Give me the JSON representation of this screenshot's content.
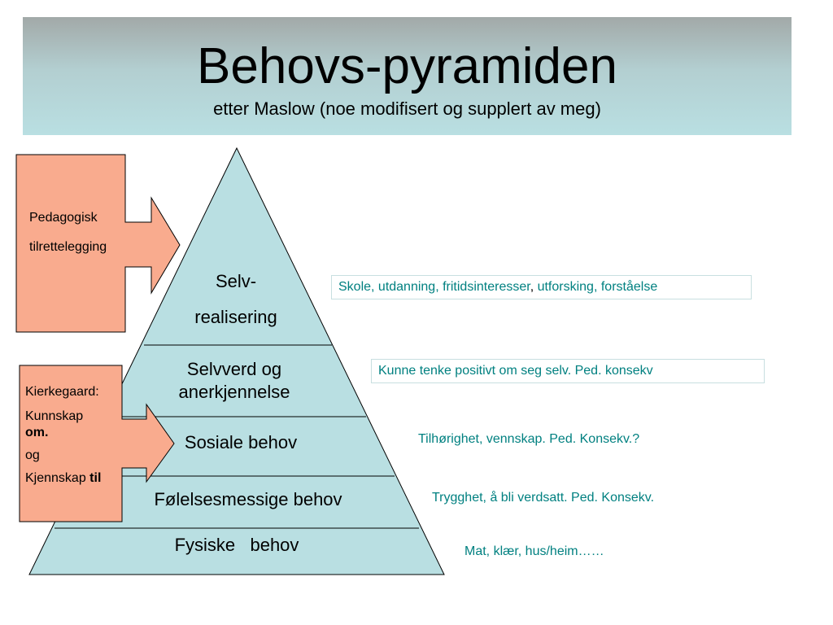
{
  "header": {
    "title": "Behovs-pyramiden",
    "subtitle": "etter Maslow (noe modifisert og supplert av meg)"
  },
  "pyramid": {
    "levels": [
      {
        "line1": "Selv-",
        "line2": "realisering"
      },
      {
        "line1": "Selvverd og",
        "line2": "anerkjennelse"
      },
      {
        "line1": "Sosiale behov"
      },
      {
        "line1": "Følelsesmessige behov"
      },
      {
        "line1": "Fysiske   behov"
      }
    ]
  },
  "arrow_top": {
    "line1": "Pedagogisk",
    "line2": "tilrettelegging"
  },
  "arrow_bottom": {
    "line1": "Kierkegaard:",
    "line2": "Kunnskap",
    "line2_bold": "om.",
    "line3": "og",
    "line4": "Kjennskap",
    "line4_bold": "til"
  },
  "notes": {
    "selv_a": "Skole, utdanning, fritidsinteresser",
    "selv_comma": ",",
    "selv_b": " utforsking, forståelse",
    "selvverd": "Kunne tenke positivt om seg selv. Ped. konsekv",
    "sosiale": "Tilhørighet, vennskap. Ped. Konsekv.?",
    "folelse": "Trygghet, å bli verdsatt. Ped. Konsekv.",
    "fysiske": "Mat, klær, hus/heim……"
  },
  "colors": {
    "pyramid_fill": "#b9dfe2",
    "arrow_fill": "#f9ab8e",
    "note_text": "#008080"
  }
}
